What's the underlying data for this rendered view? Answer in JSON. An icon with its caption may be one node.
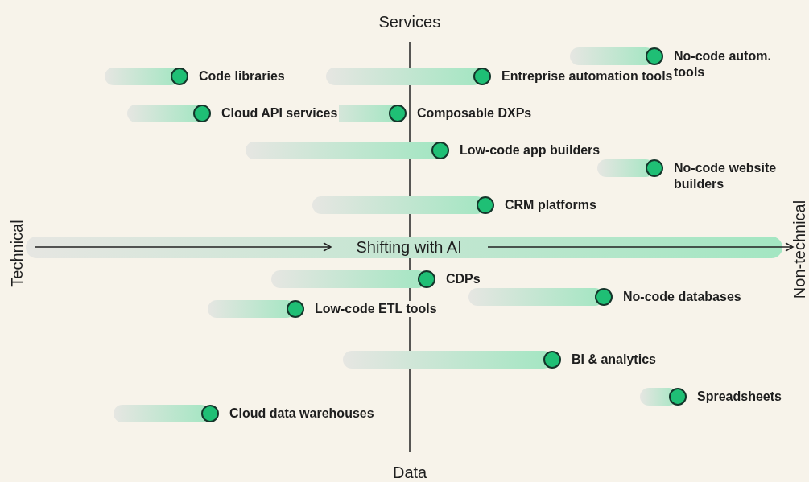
{
  "diagram": {
    "nodes": [
      {
        "text": [
          "No-code autom. tools"
        ]
      },
      {
        "text": [
          "Code libraries"
        ]
      },
      {
        "text": [
          "Entreprise automation tools"
        ]
      },
      {
        "text": [
          "Cloud API services"
        ]
      },
      {
        "text": [
          "Composable DXPs"
        ]
      },
      {
        "text": [
          "Low-code app builders"
        ]
      },
      {
        "text": [
          "No-code website builders"
        ]
      },
      {
        "text": [
          "CRM platforms"
        ]
      },
      {
        "text": [
          "CDPs"
        ]
      },
      {
        "text": [
          "No-code databases"
        ]
      },
      {
        "text": [
          "Low-code ETL tools"
        ]
      },
      {
        "text": [
          "BI & analytics"
        ]
      },
      {
        "text": [
          "Spreadsheets"
        ]
      },
      {
        "text": [
          "Cloud data warehouses"
        ]
      }
    ],
    "labels": [
      "Services",
      "Technical",
      "Shifting with AI",
      "Non-technical",
      "Data"
    ]
  }
}
